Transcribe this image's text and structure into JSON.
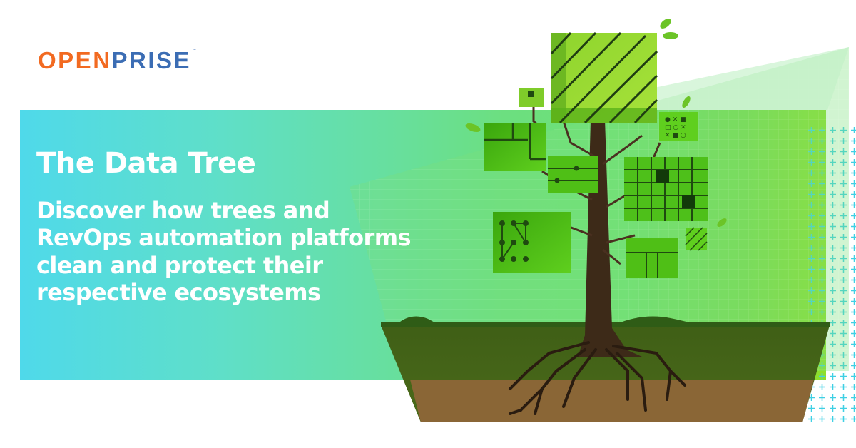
{
  "brand": {
    "logo_part1": "OPEN",
    "logo_part2": "PRISE",
    "trademark": "™",
    "colors": {
      "orange": "#f26a21",
      "blue": "#3b6db4"
    }
  },
  "banner": {
    "title": "The Data Tree",
    "subtitle_lines": [
      "Discover how trees and",
      "RevOps automation platforms",
      "clean and protect their",
      "respective ecosystems"
    ],
    "gradient_colors": [
      "#4fd9ea",
      "#68df9a",
      "#8ede2a"
    ]
  },
  "illustration": {
    "subject": "data-tree-icon",
    "elements": [
      "tree-trunk",
      "data-block-leaves",
      "roots",
      "soil-cross-section",
      "plus-grid-pattern"
    ]
  }
}
